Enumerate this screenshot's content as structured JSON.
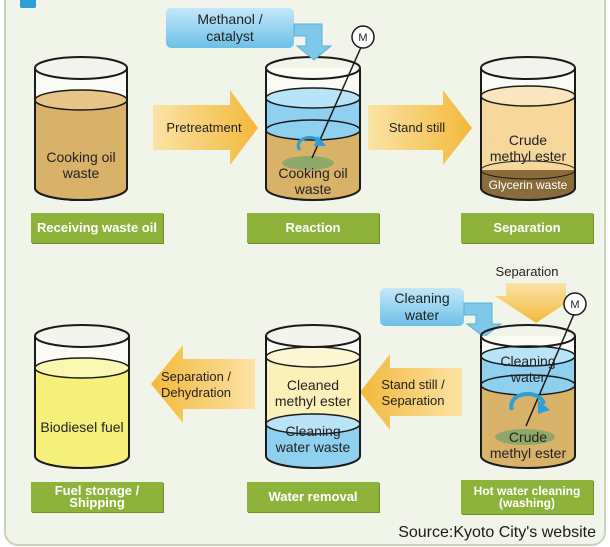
{
  "diagram": {
    "inputs": {
      "methanol_catalyst": [
        "Methanol /",
        "catalyst"
      ],
      "cleaning_water": [
        "Cleaning",
        "water"
      ]
    },
    "motor_symbol": "M",
    "arrows": {
      "pretreatment": "Pretreatment",
      "stand_still": "Stand still",
      "separation": "Separation",
      "stand_still_separation": [
        "Stand still /",
        "Separation"
      ],
      "separation_dehydration": [
        "Separation /",
        "Dehydration"
      ]
    },
    "tanks": {
      "receiving": {
        "content": [
          "Cooking oil",
          "waste"
        ]
      },
      "reaction": {
        "content": [
          "Cooking oil",
          "waste"
        ]
      },
      "separation": {
        "top": [
          "Crude",
          "methyl ester"
        ],
        "bottom": "Glycerin waste"
      },
      "washing": {
        "top": [
          "Cleaning",
          "water"
        ],
        "bottom": [
          "Crude",
          "methyl ester"
        ]
      },
      "water_removal": {
        "top": [
          "Cleaned",
          "methyl ester"
        ],
        "bottom": [
          "Cleaning",
          "water waste"
        ]
      },
      "fuel": {
        "content": "Biodiesel fuel"
      }
    },
    "stages": {
      "receiving": "Receiving waste oil",
      "reaction": "Reaction",
      "separation": "Separation",
      "washing": [
        "Hot water cleaning",
        "(washing)"
      ],
      "water_removal": "Water removal",
      "fuel": "Fuel storage / Shipping"
    },
    "source": "Source:Kyoto City's website",
    "colors": {
      "panel": "#f1f5e9",
      "stage_label": "#8db33a",
      "arrow": "#f6c75a",
      "oil": "#d9b26a",
      "water": "#8fd0ee",
      "ester": "#f6d79c",
      "glycerin": "#8a6b3a",
      "biodiesel": "#f6f07a",
      "input_box": "#7fc8ea"
    }
  }
}
